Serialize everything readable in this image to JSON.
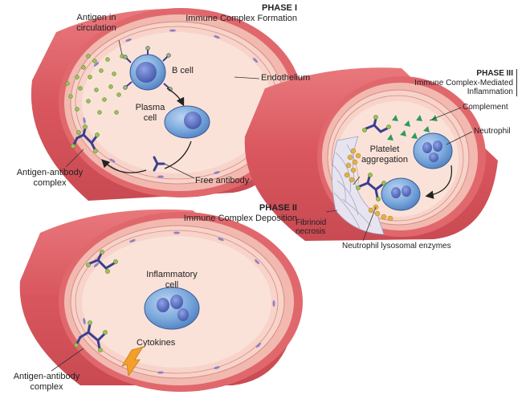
{
  "phase1": {
    "title": "PHASE I",
    "subtitle": "Immune Complex Formation",
    "labels": {
      "antigen_line1": "Antigen in",
      "antigen_line2": "circulation",
      "b_cell": "B cell",
      "endothelium": "Endothelium",
      "plasma_line1": "Plasma",
      "plasma_line2": "cell",
      "free_antibody": "Free antibody",
      "complex_line1": "Antigen-antibody",
      "complex_line2": "complex"
    }
  },
  "phase2": {
    "title": "PHASE II",
    "subtitle": "Immune Complex Deposition",
    "labels": {
      "inflam_line1": "Inflammatory",
      "inflam_line2": "cell",
      "cytokines": "Cytokines",
      "complex_line1": "Antigen-antibody",
      "complex_line2": "complex"
    }
  },
  "phase3": {
    "title": "PHASE III",
    "subtitle_line1": "Immune Complex-Mediated",
    "subtitle_line2": "Inflammation",
    "labels": {
      "complement": "Complement",
      "neutrophil": "Neutrophil",
      "platelet_line1": "Platelet",
      "platelet_line2": "aggregation",
      "fibrinoid_line1": "Fibrinoid",
      "fibrinoid_line2": "necrosis",
      "enzymes": "Neutrophil lysosomal enzymes"
    }
  },
  "colors": {
    "vessel_outer": "#e0686d",
    "vessel_dark": "#c94a52",
    "vessel_wall": "#f2b9b0",
    "lumen": "#fbe2d8",
    "endothelium": "#f7d3c9",
    "cell_blue": "#6f9fd6",
    "nucleus_blue": "#4a62b3",
    "antibody": "#3b3f8f",
    "antigen": "#9cc25a",
    "complement": "#2f9b5a",
    "platelet": "#e0b24a",
    "arrow_orange": "#f2a02a"
  }
}
